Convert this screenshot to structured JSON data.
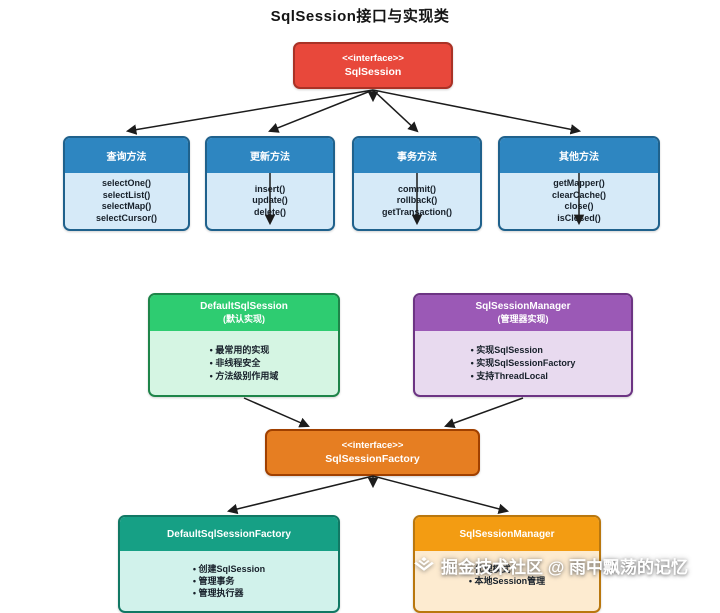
{
  "page_title": "SqlSession接口与实现类",
  "diagram": {
    "interface_sqlsession": {
      "stereotype": "<<interface>>",
      "name": "SqlSession"
    },
    "method_groups": [
      {
        "title": "查询方法",
        "methods": "selectOne()\nselectList()\nselectMap()\nselectCursor()"
      },
      {
        "title": "更新方法",
        "methods": "insert()\nupdate()\ndelete()"
      },
      {
        "title": "事务方法",
        "methods": "commit()\nrollback()\ngetTransaction()"
      },
      {
        "title": "其他方法",
        "methods": "getMapper()\nclearCache()\nclose()\nisClosed()"
      }
    ],
    "implementations": [
      {
        "name": "DefaultSqlSession",
        "subtitle": "(默认实现)",
        "points": "• 最常用的实现\n• 非线程安全\n• 方法级别作用域"
      },
      {
        "name": "SqlSessionManager",
        "subtitle": "(管理器实现)",
        "points": "• 实现SqlSession\n• 实现SqlSessionFactory\n• 支持ThreadLocal"
      }
    ],
    "interface_factory": {
      "stereotype": "<<interface>>",
      "name": "SqlSessionFactory"
    },
    "factories": [
      {
        "name": "DefaultSqlSessionFactory",
        "points": "• 创建SqlSession\n• 管理事务\n• 管理执行器"
      },
      {
        "name": "SqlSessionManager",
        "points": "• 代理模式\n• 本地Session管理"
      }
    ]
  },
  "watermark": {
    "text": "掘金技术社区 @ 雨中飘荡的记忆"
  },
  "colors": {
    "interface_red": "#e8483b",
    "method_header_blue": "#2e86c1",
    "method_body_blue": "#d6eaf8",
    "impl_green": "#2ecc71",
    "impl_purple": "#9b59b6",
    "factory_interface_orange": "#e67e22",
    "factory_teal": "#16a085",
    "factory_amber": "#f39c12",
    "arrow": "#1c1c1c"
  }
}
